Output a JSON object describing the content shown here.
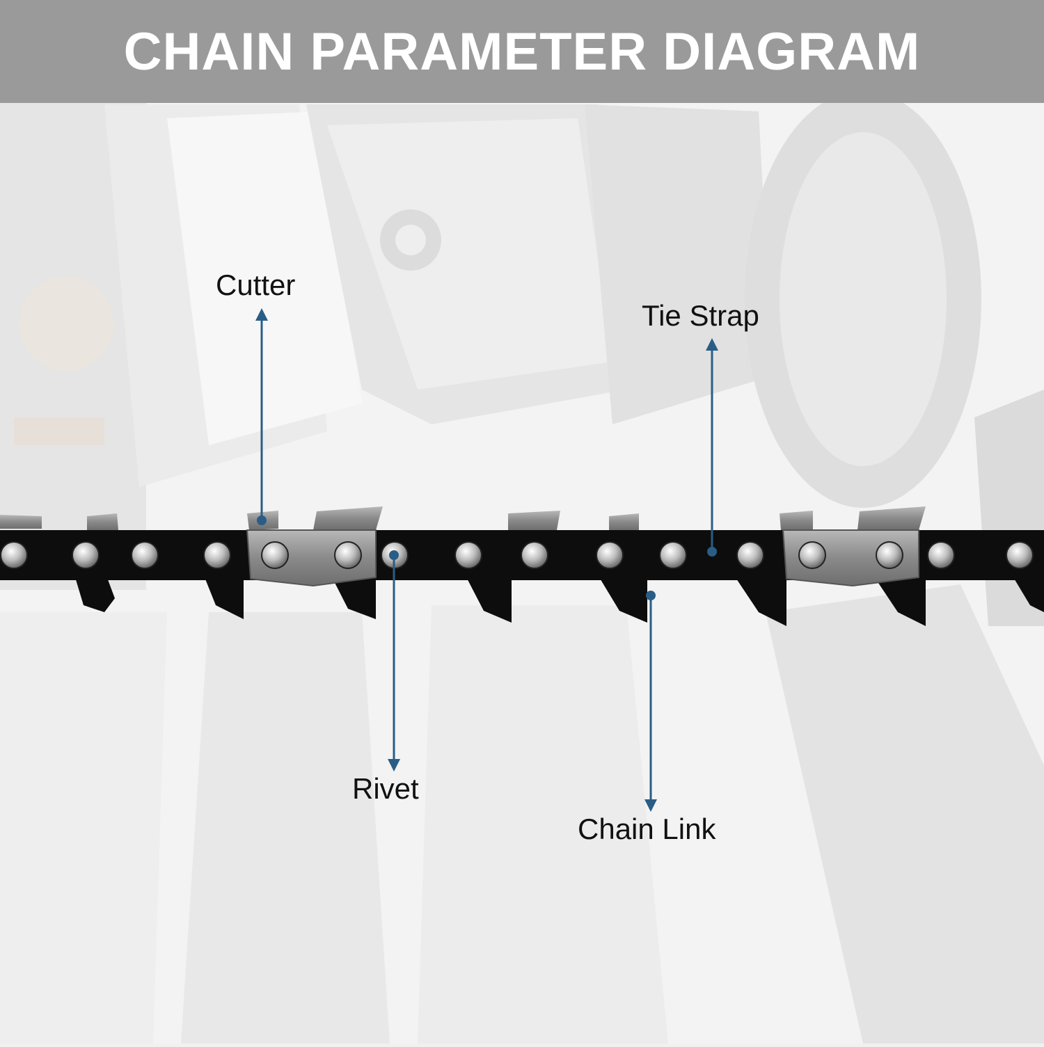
{
  "header": {
    "title": "CHAIN PARAMETER DIAGRAM"
  },
  "colors": {
    "header_bg": "#9a9a9a",
    "title": "#ffffff",
    "callout": "#2a5d86",
    "chain": "#0d0d0d",
    "cutter_plate": "#8d8d8d",
    "background_photo": "#e6e6e6"
  },
  "callouts": {
    "cutter": "Cutter",
    "tie_strap": "Tie Strap",
    "rivet": "Rivet",
    "chain_link": "Chain Link"
  }
}
